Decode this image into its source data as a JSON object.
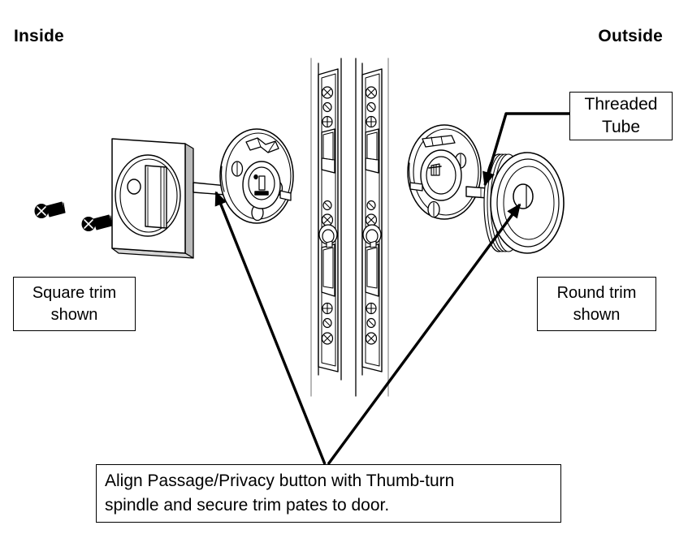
{
  "figure": {
    "title": "Pocket door privacy lock exploded installation diagram",
    "orientation_labels": {
      "inside": "Inside",
      "outside": "Outside"
    },
    "callouts": {
      "threaded_tube": {
        "line1": "Threaded",
        "line2": "Tube"
      },
      "square_trim": {
        "line1": "Square trim",
        "line2": "shown"
      },
      "round_trim": {
        "line1": "Round trim",
        "line2": "shown"
      },
      "instruction": {
        "line1": "Align Passage/Privacy button with Thumb-turn",
        "line2": "spindle and secure trim pates to door."
      }
    },
    "parts": {
      "screw_upper": "mounting-screw",
      "screw_lower": "mounting-screw",
      "square_trim_plate": "square-trim-plate-with-thumb-turn",
      "inside_rosette": "inside-mounting-rosette",
      "spindle": "thumb-turn-spindle",
      "door_edge_plate_left": "mortise-lock-face-plate",
      "door_edge_plate_right": "mortise-lock-face-plate",
      "outside_rosette": "outside-mounting-rosette",
      "threaded_tube": "threaded-tube",
      "round_trim_plate": "round-trim-plate"
    },
    "colors": {
      "line": "#000000",
      "background": "#ffffff",
      "shade_light": "#e8e8e8",
      "shade_mid": "#b8b8b8"
    }
  }
}
